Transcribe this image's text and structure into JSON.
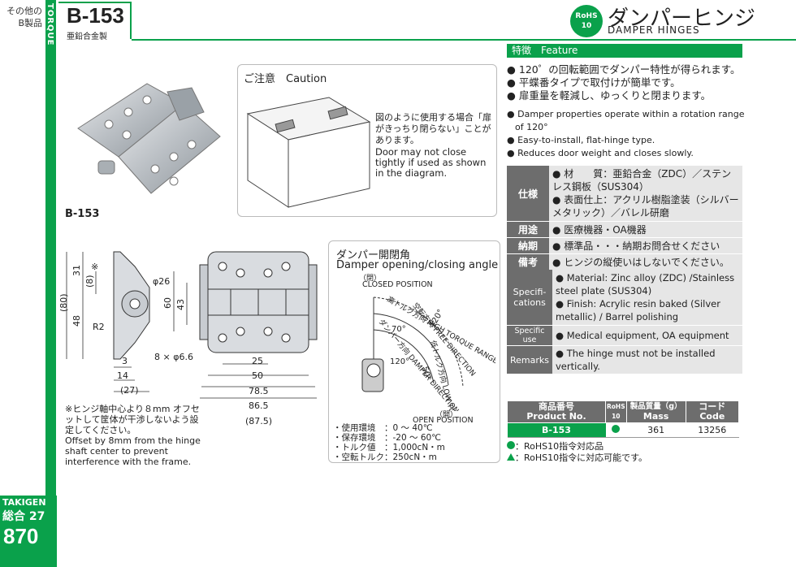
{
  "sidebar": {
    "line1": "その他の",
    "line2": "B製品",
    "strip": "TORQUE"
  },
  "product": {
    "code": "B-153",
    "material": "亜鉛合金製"
  },
  "title": {
    "jp": "ダンパーヒンジ",
    "en": "DAMPER HINGES",
    "rohs_line1": "RoHS",
    "rohs_line2": "10"
  },
  "features": {
    "header_jp": "特徴",
    "header_en": "Feature",
    "jp": [
      "120゜の回転範囲でダンパー特性が得られます。",
      "平蝶番タイプで取付けが簡単です。",
      "扉重量を軽減し、ゆっくりと閉まります。"
    ],
    "en": [
      "Damper properties operate within a rotation range of 120°",
      "Easy-to-install, flat-hinge type.",
      "Reduces door weight and closes slowly."
    ]
  },
  "specs_jp": {
    "label_spec": "仕様",
    "spec_line1": "● 材　　質：亜鉛合金（ZDC）／ステンレス鋼板（SUS304）",
    "spec_line2": "● 表面仕上：アクリル樹脂塗装（シルバーメタリック）／バレル研磨",
    "label_use": "用途",
    "use": "● 医療機器・OA機器",
    "label_delivery": "納期",
    "delivery": "● 標準品・・・納期お問合せください",
    "label_remarks": "備考",
    "remarks": "● ヒンジの縦使いはしないでください。"
  },
  "specs_en": {
    "label_spec": "Specifi-cations",
    "spec_line1": "● Material: Zinc alloy (ZDC) /Stainless steel plate (SUS304)",
    "spec_line2": "● Finish: Acrylic resin baked (Silver metallic) / Barrel polishing",
    "label_use": "Specific use",
    "use": "● Medical equipment, OA equipment",
    "label_remarks": "Remarks",
    "remarks": "● The hinge must not be installed vertically."
  },
  "product_table": {
    "h_pno_jp": "商品番号",
    "h_pno_en": "Product No.",
    "h_rohs": "RoHS 10",
    "h_mass_jp": "製品質量（g）",
    "h_mass_en": "Mass",
    "h_code_jp": "コード",
    "h_code_en": "Code",
    "rows": [
      {
        "pno": "B-153",
        "mass": "361",
        "code": "13256"
      }
    ]
  },
  "legend": {
    "circle": "：RoHS10指令対応品",
    "triangle": "：RoHS10指令に対応可能です。"
  },
  "caution": {
    "title": "ご注意　Caution",
    "jp": "図のように使用する場合「扉がきっちり閉らない」ことがあります。",
    "en": "Door may not close tightly if used as shown in the diagram."
  },
  "image_label": "B-153",
  "damper": {
    "title_jp": "ダンパー開閉角",
    "title_en": "Damper opening/closing angle",
    "closed_jp": "（閉）",
    "closed_en": "CLOSED POSITION",
    "open_jp": "（開）",
    "open_en": "OPEN POSITION",
    "free_dir": "空転方向 FREE DIRECTION",
    "high_torque": "高トルク方向 HIGH TORQUE RANGE",
    "damper_dir": "ダンパー方向 DAMPER DIRECTION",
    "low_torque": "低トルク方向 LOW TORQUE RANGE",
    "ang120a": "120°",
    "ang70": "70°",
    "ang120b": "120°",
    "ang50": "50°"
  },
  "conditions": [
    "・使用環境　：0 ～ 40℃",
    "・保存環境　：-20 ～ 60℃",
    "・トルク値　：1,000cN・m",
    "・空転トルク：250cN・m"
  ],
  "note": {
    "jp": "※ヒンジ軸中心より８mm オフセットして筐体が干渉しないよう設定してください。",
    "en": "Offset by 8mm from the hinge shaft center to prevent interference with the frame."
  },
  "dims": {
    "d80": "(80)",
    "d31": "31",
    "d8": "(8)",
    "mark": "※",
    "d48": "48",
    "r2": "R2",
    "phi26": "φ26",
    "d3": "3",
    "d14": "14",
    "d27": "(27)",
    "d60": "60",
    "d43": "43",
    "holes": "8 × φ6.6",
    "d25": "25",
    "d50": "50",
    "d785": "78.5",
    "d865": "86.5",
    "d875": "(87.5)"
  },
  "bottom": {
    "brand": "TAKIGEN",
    "cat": "総合 27",
    "page": "870"
  },
  "colors": {
    "green": "#0aa14b",
    "label_gray": "#6d6d6d",
    "row_gray": "#e6e6e6"
  }
}
